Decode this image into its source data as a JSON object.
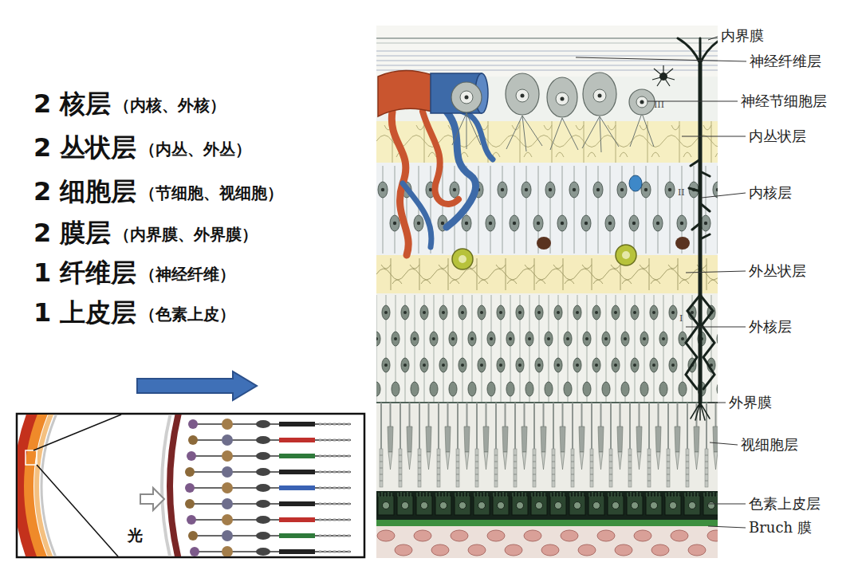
{
  "diagram": {
    "labels": [
      "2 核层",
      "（内核、外核）",
      "2 丛状层",
      "（内丛、外丛）",
      "2 细胞层",
      "（节细胞、视细胞）",
      "2 膜层",
      "（内界膜、外界膜）",
      "1 纤维层",
      "（神经纤维）",
      "1 上皮层",
      "（色素上皮）",
      "内界膜",
      "神经纤维层",
      "神经节细胞层",
      "内丛状层",
      "内核层",
      "外丛状层",
      "外核层",
      "外界膜",
      "视细胞层",
      "色素上皮层",
      "Bruch 膜",
      "光",
      "III",
      "II",
      "I"
    ]
  }
}
